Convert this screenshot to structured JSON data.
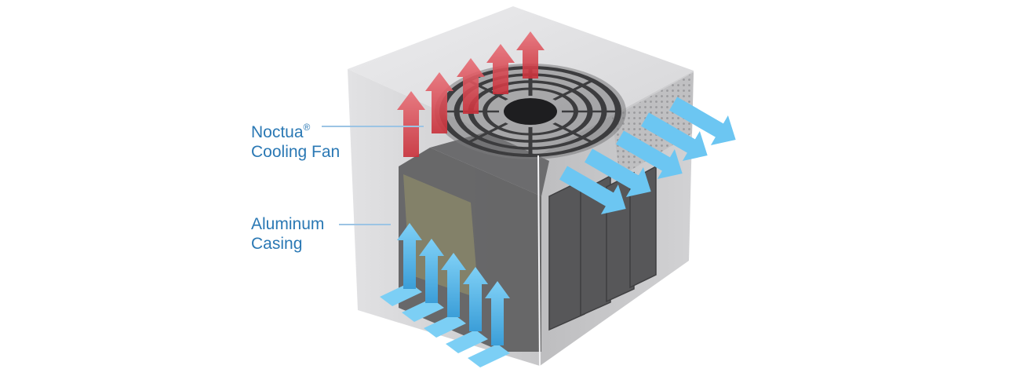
{
  "labels": {
    "fan": {
      "name_line1": "Noctua",
      "trademark": "®",
      "name_line2": "Cooling Fan"
    },
    "casing": {
      "line1": "Aluminum",
      "line2": "Casing"
    }
  },
  "colors": {
    "label_text": "#2a78b4",
    "leader_line": "#9cc4e4",
    "hot_air_arrow": "#e0565e",
    "cool_air_arrow": "#6cc6f2",
    "casing_gray": "#c9c9cb"
  },
  "icons": {
    "hot_air": "arrow-up-red",
    "intake_air": "arrow-up-blue",
    "exhaust_air": "arrow-right-down-blue"
  }
}
